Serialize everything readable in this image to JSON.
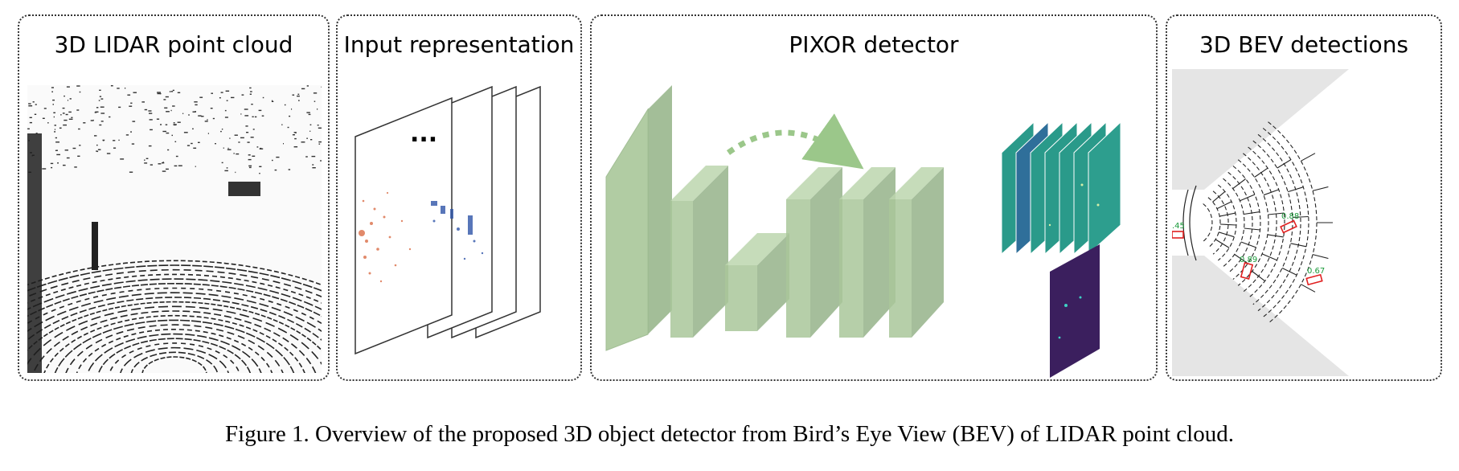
{
  "panels": {
    "lidar": {
      "title": "3D LIDAR point cloud"
    },
    "input": {
      "title": "Input representation",
      "ellipsis": "..."
    },
    "detector": {
      "title": "PIXOR detector"
    },
    "bev": {
      "title": "3D BEV detections",
      "scores": [
        "0.88",
        "0.89",
        "0.67",
        ".45"
      ]
    }
  },
  "caption": "Figure 1. Overview of the proposed 3D object detector from Bird’s Eye View (BEV) of LIDAR point cloud.",
  "colors": {
    "green_layer": "#a9c79a",
    "teal_map": "#2a9a8a",
    "blue_map": "#2f6f9a",
    "purple_map": "#3b1f5e",
    "detection_box": "#e02020",
    "score_text": "#1a9a3a"
  }
}
